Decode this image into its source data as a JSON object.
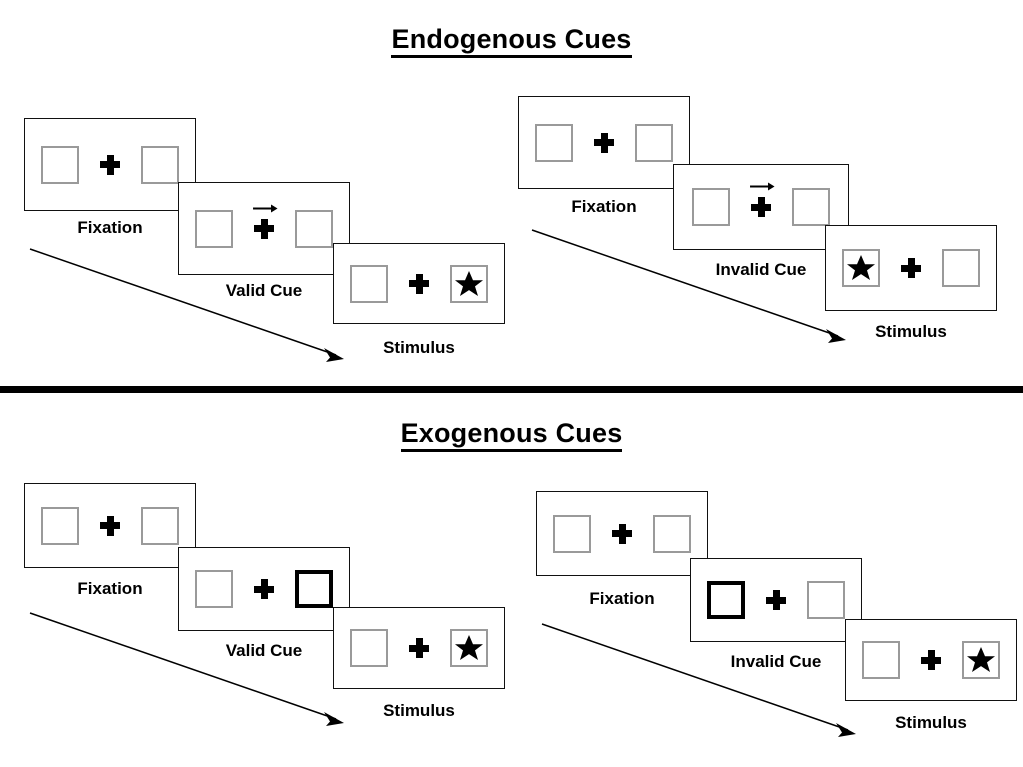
{
  "figure": {
    "sections": [
      {
        "id": "endogenous",
        "title": "Endogenous Cues",
        "groups": [
          {
            "id": "endogenous-valid",
            "panels": [
              {
                "caption": "Fixation",
                "left_box": {
                  "cued": false,
                  "star": false
                },
                "right_box": {
                  "cued": false,
                  "star": false
                },
                "center": {
                  "plus": true,
                  "arrow": "none"
                }
              },
              {
                "caption": "Valid Cue",
                "left_box": {
                  "cued": false,
                  "star": false
                },
                "right_box": {
                  "cued": false,
                  "star": false
                },
                "center": {
                  "plus": true,
                  "arrow": "right"
                }
              },
              {
                "caption": "Stimulus",
                "left_box": {
                  "cued": false,
                  "star": false
                },
                "right_box": {
                  "cued": false,
                  "star": true
                },
                "center": {
                  "plus": true,
                  "arrow": "none"
                }
              }
            ]
          },
          {
            "id": "endogenous-invalid",
            "panels": [
              {
                "caption": "Fixation",
                "left_box": {
                  "cued": false,
                  "star": false
                },
                "right_box": {
                  "cued": false,
                  "star": false
                },
                "center": {
                  "plus": true,
                  "arrow": "none"
                }
              },
              {
                "caption": "Invalid Cue",
                "left_box": {
                  "cued": false,
                  "star": false
                },
                "right_box": {
                  "cued": false,
                  "star": false
                },
                "center": {
                  "plus": true,
                  "arrow": "right"
                }
              },
              {
                "caption": "Stimulus",
                "left_box": {
                  "cued": false,
                  "star": true
                },
                "right_box": {
                  "cued": false,
                  "star": false
                },
                "center": {
                  "plus": true,
                  "arrow": "none"
                }
              }
            ]
          }
        ]
      },
      {
        "id": "exogenous",
        "title": "Exogenous Cues",
        "groups": [
          {
            "id": "exogenous-valid",
            "panels": [
              {
                "caption": "Fixation",
                "left_box": {
                  "cued": false,
                  "star": false
                },
                "right_box": {
                  "cued": false,
                  "star": false
                },
                "center": {
                  "plus": true,
                  "arrow": "none"
                }
              },
              {
                "caption": "Valid Cue",
                "left_box": {
                  "cued": false,
                  "star": false
                },
                "right_box": {
                  "cued": true,
                  "star": false
                },
                "center": {
                  "plus": true,
                  "arrow": "none"
                }
              },
              {
                "caption": "Stimulus",
                "left_box": {
                  "cued": false,
                  "star": false
                },
                "right_box": {
                  "cued": false,
                  "star": true
                },
                "center": {
                  "plus": true,
                  "arrow": "none"
                }
              }
            ]
          },
          {
            "id": "exogenous-invalid",
            "panels": [
              {
                "caption": "Fixation",
                "left_box": {
                  "cued": false,
                  "star": false
                },
                "right_box": {
                  "cued": false,
                  "star": false
                },
                "center": {
                  "plus": true,
                  "arrow": "none"
                }
              },
              {
                "caption": "Invalid Cue",
                "left_box": {
                  "cued": true,
                  "star": false
                },
                "right_box": {
                  "cued": false,
                  "star": false
                },
                "center": {
                  "plus": true,
                  "arrow": "none"
                }
              },
              {
                "caption": "Stimulus",
                "left_box": {
                  "cued": false,
                  "star": false
                },
                "right_box": {
                  "cued": false,
                  "star": true
                },
                "center": {
                  "plus": true,
                  "arrow": "none"
                }
              }
            ]
          }
        ]
      }
    ],
    "icons": {
      "fixation_cross": "plus-icon",
      "cue_arrow": "arrow-right-icon",
      "target": "star-icon",
      "time_flow": "diagonal-arrow-icon"
    },
    "colors": {
      "ink": "#000000",
      "panel_border": "#111111",
      "box_border": "#9a9a9a",
      "cued_box_border": "#000000",
      "background": "#ffffff"
    }
  }
}
